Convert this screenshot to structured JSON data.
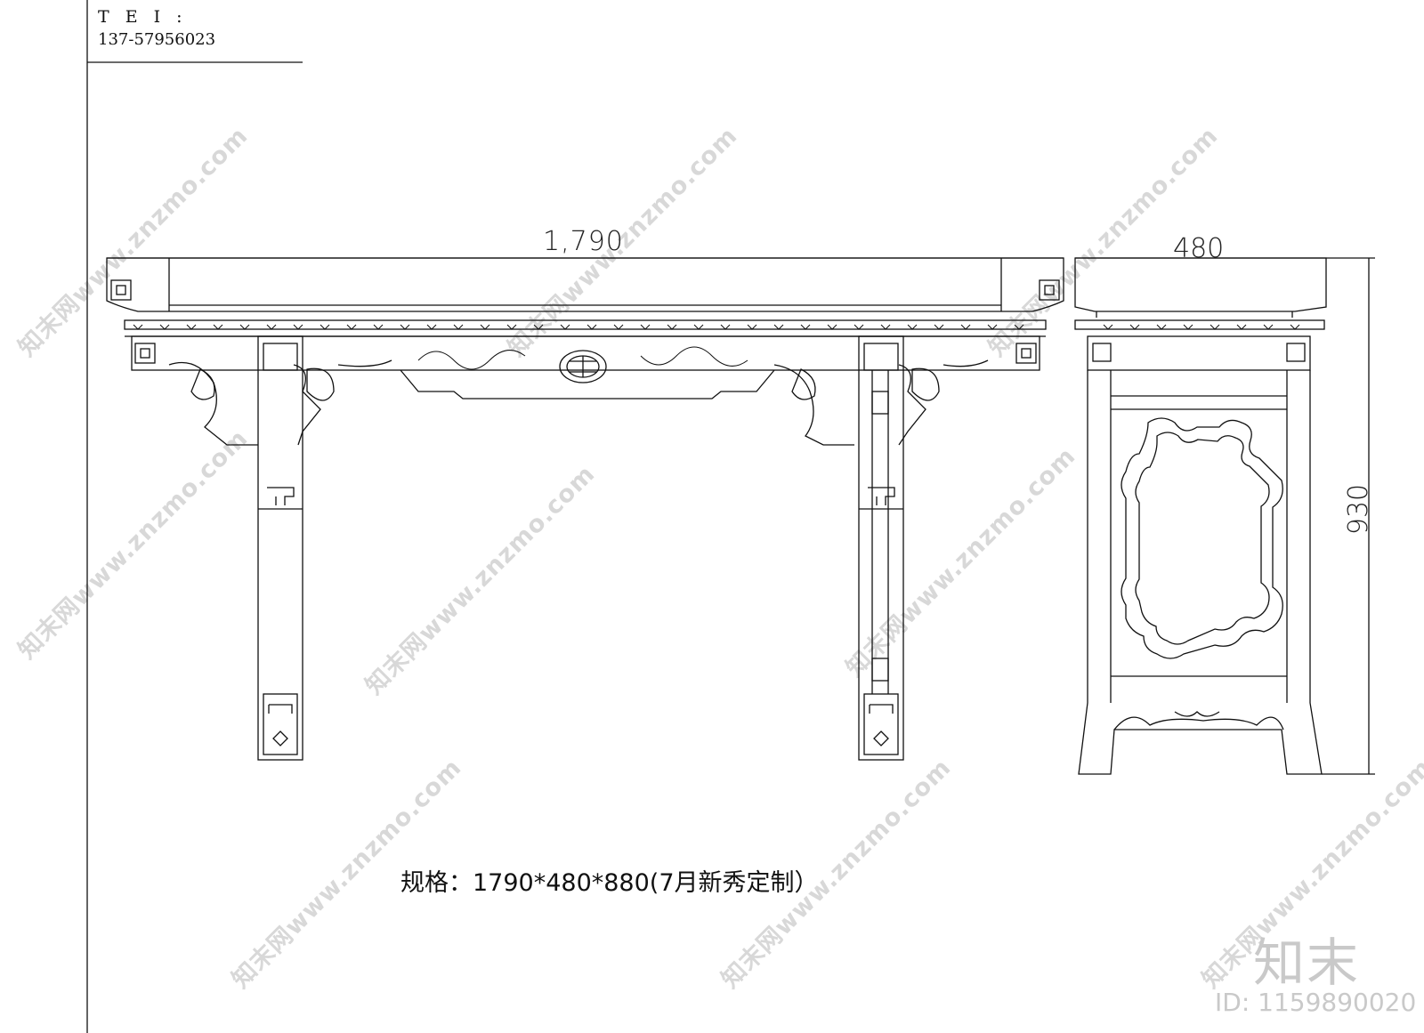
{
  "contact": {
    "label": "T E I :",
    "number": "137-57956023"
  },
  "dimensions": {
    "width": "1,790",
    "depth": "480",
    "height": "930"
  },
  "spec": "规格：1790*480*880(7月新秀定制）",
  "watermark": {
    "text": "知末网www.znzmo.com"
  },
  "brand": {
    "name": "知末",
    "id": "ID: 1159890020"
  },
  "colors": {
    "line": "#111111",
    "watermark": "#d8d8d8"
  }
}
